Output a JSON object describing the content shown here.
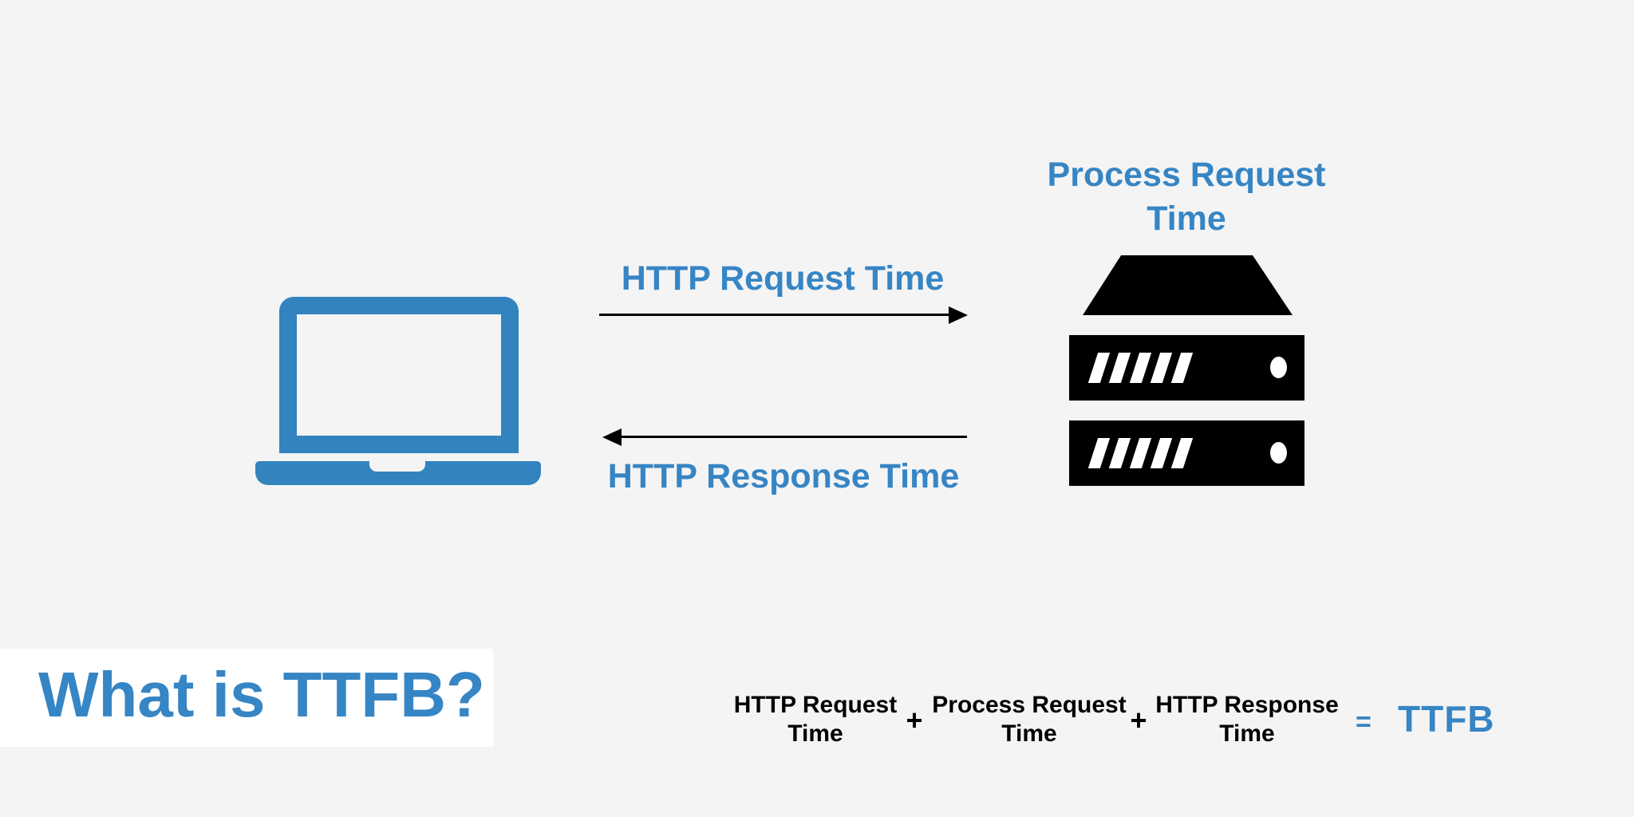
{
  "colors": {
    "background": "#f4f4f5",
    "icon_blue": "#3283be",
    "text_blue": "#3685c4",
    "black": "#000000",
    "white": "#ffffff"
  },
  "headline": {
    "text": "What is TTFB?"
  },
  "diagram": {
    "client": {
      "icon": "laptop-icon"
    },
    "server": {
      "icon": "server-icon",
      "label": "Process Request Time"
    },
    "request_arrow": {
      "label": "HTTP Request Time",
      "direction": "right"
    },
    "response_arrow": {
      "label": "HTTP Response Time",
      "direction": "left"
    }
  },
  "formula": {
    "terms": [
      "HTTP Request Time",
      "Process Request Time",
      "HTTP Response Time"
    ],
    "operator": "+",
    "equals_sign": "=",
    "result": "TTFB"
  }
}
